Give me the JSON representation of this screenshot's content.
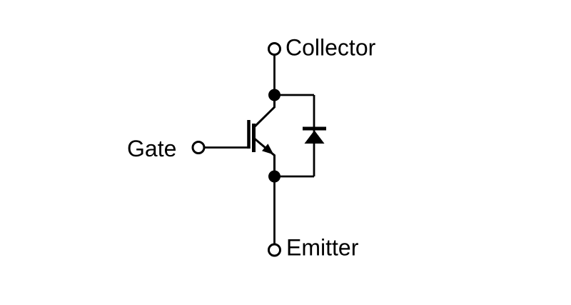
{
  "diagram": {
    "kind": "igbt-with-antiparallel-diode-schematic",
    "labels": {
      "collector": "Collector",
      "gate": "Gate",
      "emitter": "Emitter"
    },
    "colors": {
      "line": "#000000",
      "text": "#000000",
      "background": "#ffffff"
    }
  }
}
